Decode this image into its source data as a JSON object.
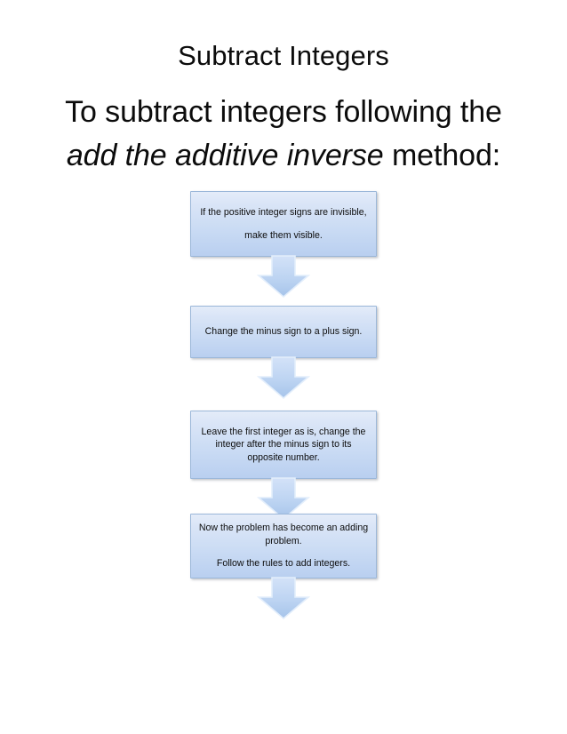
{
  "page": {
    "title": "Subtract Integers",
    "subtitle_line1": "To subtract integers following the",
    "subtitle_line2_italic": "add the additive inverse",
    "subtitle_line2_tail": " method:"
  },
  "colors": {
    "box_fill_top": "#e4ecf9",
    "box_fill_bottom": "#b9cff0",
    "box_border": "#9bb7d9",
    "arrow_fill_top": "#cfe0f7",
    "arrow_fill_bottom": "#a8c6ec",
    "arrow_border": "#dbe8f9",
    "text": "#0d0d0d",
    "background": "#ffffff"
  },
  "flowchart": {
    "type": "vertical-process-flow",
    "steps": [
      {
        "id": "step-1",
        "lines": [
          "If the positive integer signs are invisible,",
          "make them visible."
        ]
      },
      {
        "id": "step-2",
        "lines": [
          "Change the minus sign to a plus sign."
        ]
      },
      {
        "id": "step-3",
        "lines": [
          "Leave the first integer as is, change the integer after the minus sign to its opposite number."
        ]
      },
      {
        "id": "step-4",
        "lines": [
          "Now the problem has become an adding problem.",
          "Follow the rules to add integers."
        ]
      }
    ],
    "connectors": [
      {
        "id": "arrow-1",
        "direction": "down"
      },
      {
        "id": "arrow-2",
        "direction": "down"
      },
      {
        "id": "arrow-3",
        "direction": "down"
      },
      {
        "id": "arrow-4",
        "direction": "down"
      }
    ]
  }
}
